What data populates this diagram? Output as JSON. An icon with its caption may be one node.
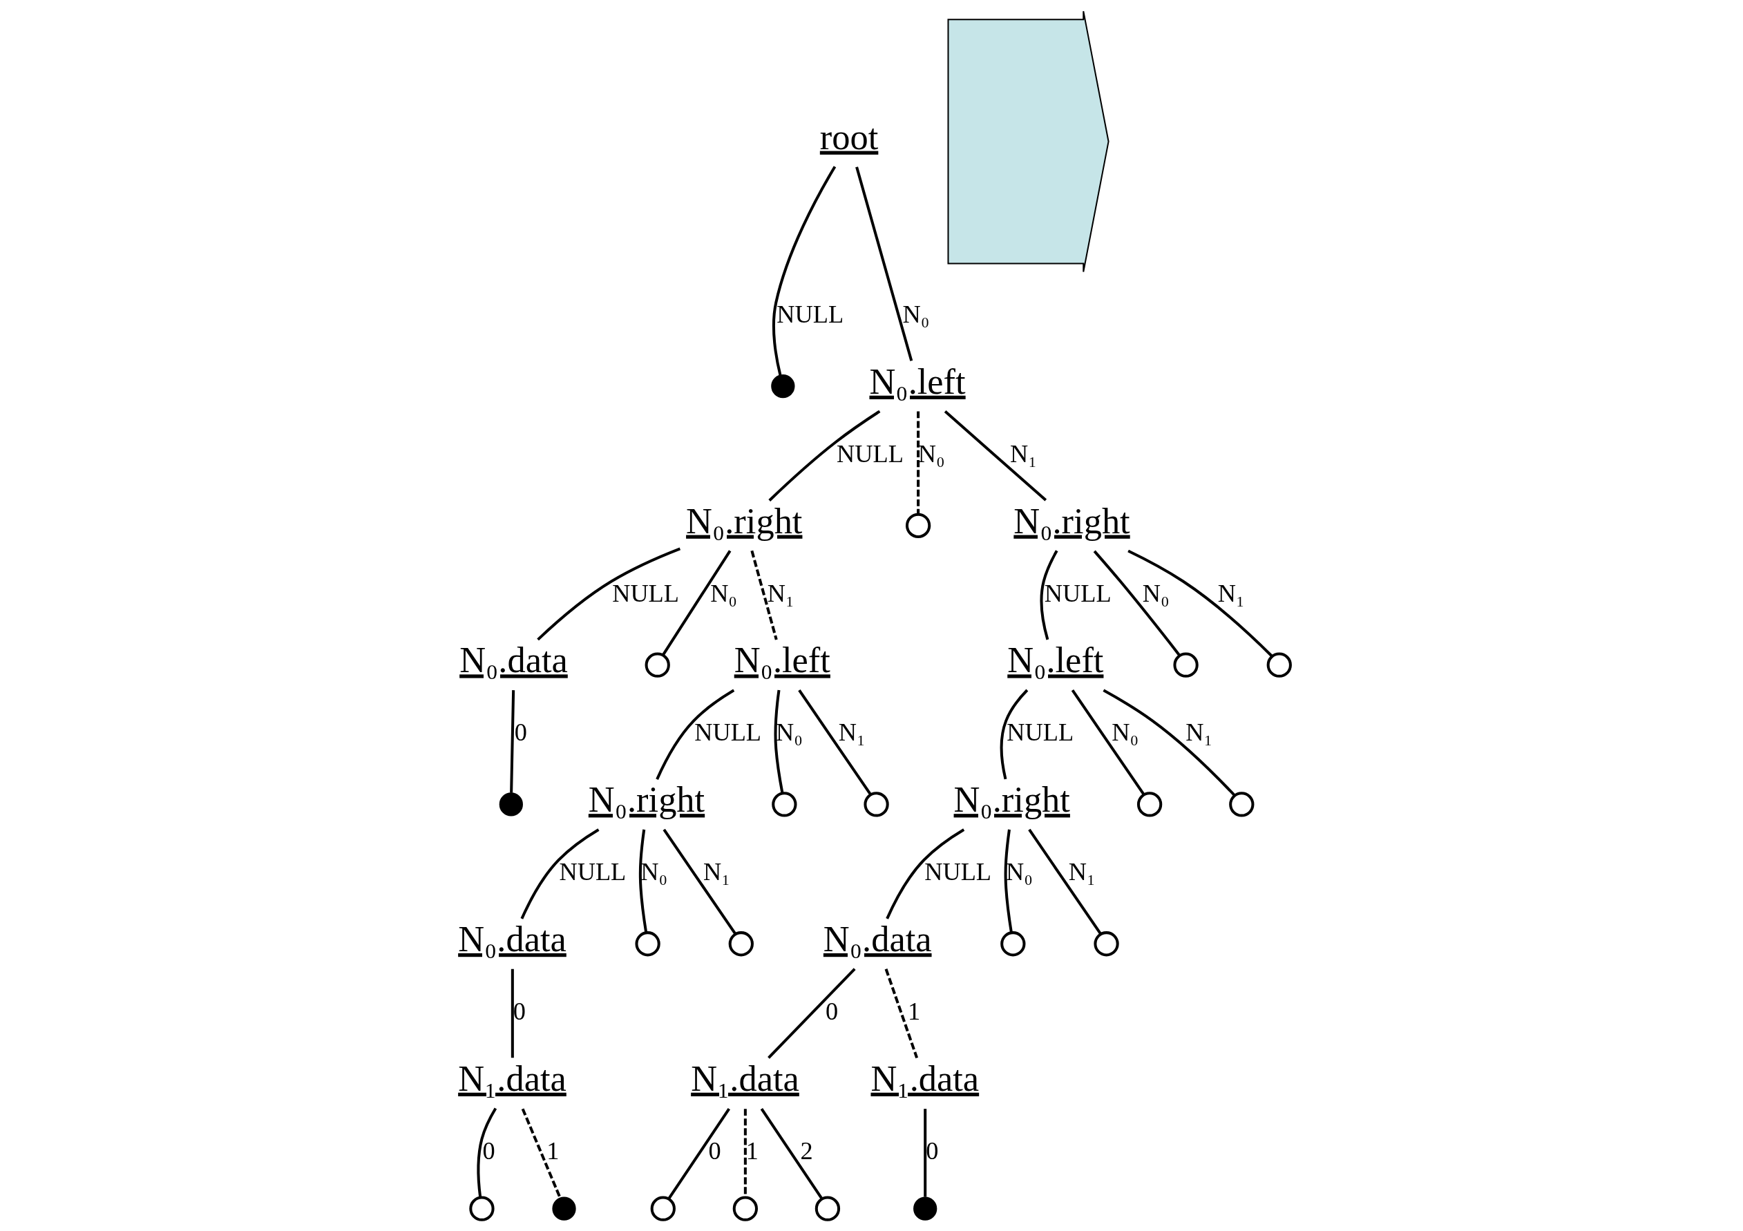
{
  "diagram": {
    "nodes": [
      {
        "text": [
          "root"
        ]
      },
      {
        "text": [],
        "shape": "dot"
      },
      {
        "text": [
          "N₀.left"
        ]
      },
      {
        "text": [
          "N₀.right"
        ]
      },
      {
        "text": [],
        "shape": "circle"
      },
      {
        "text": [
          "N₀.right"
        ]
      },
      {
        "text": [
          "N₀.data"
        ]
      },
      {
        "text": [],
        "shape": "circle"
      },
      {
        "text": [
          "N₀.left"
        ]
      },
      {
        "text": [],
        "shape": "dot"
      },
      {
        "text": [
          "N₀.right"
        ]
      },
      {
        "text": [],
        "shape": "circle"
      },
      {
        "text": [],
        "shape": "circle"
      },
      {
        "text": [
          "N₀.data"
        ]
      },
      {
        "text": [],
        "shape": "circle"
      },
      {
        "text": [],
        "shape": "circle"
      },
      {
        "text": [
          "N₁.data"
        ]
      },
      {
        "text": [],
        "shape": "circle"
      },
      {
        "text": [],
        "shape": "dot"
      },
      {
        "text": [
          "N₀.left"
        ]
      },
      {
        "text": [],
        "shape": "circle"
      },
      {
        "text": [],
        "shape": "circle"
      },
      {
        "text": [
          "N₀.right"
        ]
      },
      {
        "text": [],
        "shape": "circle"
      },
      {
        "text": [],
        "shape": "circle"
      },
      {
        "text": [
          "N₀.data"
        ]
      },
      {
        "text": [],
        "shape": "circle"
      },
      {
        "text": [],
        "shape": "circle"
      },
      {
        "text": [
          "N₁.data"
        ]
      },
      {
        "text": [
          "N₁.data"
        ]
      },
      {
        "text": [],
        "shape": "circle"
      },
      {
        "text": [],
        "shape": "circle"
      },
      {
        "text": [],
        "shape": "circle"
      },
      {
        "text": [],
        "shape": "dot"
      },
      {
        "text": [],
        "shape": "arrow"
      }
    ],
    "edges": [
      {
        "from": 0,
        "to": 1,
        "arrow": "none",
        "label": "NULL"
      },
      {
        "from": 0,
        "to": 2,
        "arrow": "none",
        "label": "N₀"
      },
      {
        "from": 2,
        "to": 3,
        "arrow": "none",
        "label": "NULL"
      },
      {
        "from": 2,
        "to": 4,
        "arrow": "none",
        "label": "N₀",
        "style": "dashed"
      },
      {
        "from": 2,
        "to": 5,
        "arrow": "none",
        "label": "N₁"
      },
      {
        "from": 3,
        "to": 6,
        "arrow": "none",
        "label": "NULL"
      },
      {
        "from": 3,
        "to": 7,
        "arrow": "none",
        "label": "N₀"
      },
      {
        "from": 3,
        "to": 8,
        "arrow": "none",
        "label": "N₁",
        "style": "dashed"
      },
      {
        "from": 6,
        "to": 9,
        "arrow": "none",
        "label": "0"
      },
      {
        "from": 8,
        "to": 10,
        "arrow": "none",
        "label": "NULL"
      },
      {
        "from": 8,
        "to": 11,
        "arrow": "none",
        "label": "N₀"
      },
      {
        "from": 8,
        "to": 12,
        "arrow": "none",
        "label": "N₁"
      },
      {
        "from": 10,
        "to": 13,
        "arrow": "none",
        "label": "NULL"
      },
      {
        "from": 10,
        "to": 14,
        "arrow": "none",
        "label": "N₀"
      },
      {
        "from": 10,
        "to": 15,
        "arrow": "none",
        "label": "N₁"
      },
      {
        "from": 13,
        "to": 16,
        "arrow": "none",
        "label": "0"
      },
      {
        "from": 16,
        "to": 17,
        "arrow": "none",
        "label": "0"
      },
      {
        "from": 16,
        "to": 18,
        "arrow": "none",
        "label": "1",
        "style": "dashed"
      },
      {
        "from": 5,
        "to": 19,
        "arrow": "none",
        "label": "NULL"
      },
      {
        "from": 5,
        "to": 20,
        "arrow": "none",
        "label": "N₀"
      },
      {
        "from": 5,
        "to": 21,
        "arrow": "none",
        "label": "N₁"
      },
      {
        "from": 19,
        "to": 22,
        "arrow": "none",
        "label": "NULL"
      },
      {
        "from": 19,
        "to": 23,
        "arrow": "none",
        "label": "N₀"
      },
      {
        "from": 19,
        "to": 24,
        "arrow": "none",
        "label": "N₁"
      },
      {
        "from": 22,
        "to": 25,
        "arrow": "none",
        "label": "NULL"
      },
      {
        "from": 22,
        "to": 26,
        "arrow": "none",
        "label": "N₀"
      },
      {
        "from": 22,
        "to": 27,
        "arrow": "none",
        "label": "N₁"
      },
      {
        "from": 25,
        "to": 28,
        "arrow": "none",
        "label": "0"
      },
      {
        "from": 25,
        "to": 29,
        "arrow": "none",
        "label": "1",
        "style": "dashed"
      },
      {
        "from": 28,
        "to": 30,
        "arrow": "none",
        "label": "0"
      },
      {
        "from": 28,
        "to": 31,
        "arrow": "none",
        "label": "1",
        "style": "dashed"
      },
      {
        "from": 28,
        "to": 32,
        "arrow": "none",
        "label": "2"
      },
      {
        "from": 29,
        "to": 33,
        "arrow": "none",
        "label": "0"
      }
    ]
  }
}
